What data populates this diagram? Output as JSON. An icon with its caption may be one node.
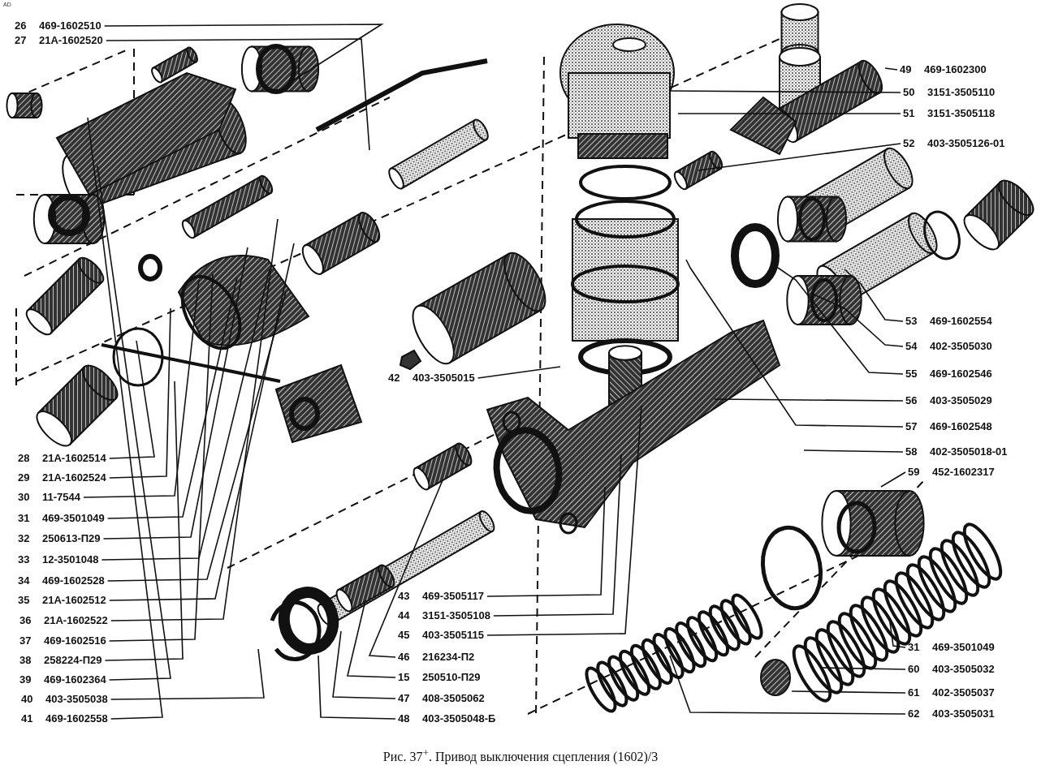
{
  "diagram": {
    "caption": "Рис. 37$^{+}$. Привод выключения сцепления (1602)/3",
    "nodes": [
      {
        "text": [
          "26",
          "469-1602510"
        ]
      },
      {
        "text": [
          "27",
          "21А-1602520"
        ]
      },
      {
        "text": [
          "28",
          "21А-1602514"
        ]
      },
      {
        "text": [
          "29",
          "21А-1602524"
        ]
      },
      {
        "text": [
          "30",
          "11-7544"
        ]
      },
      {
        "text": [
          "31",
          "469-3501049"
        ]
      },
      {
        "text": [
          "32",
          "250613-П29"
        ]
      },
      {
        "text": [
          "33",
          "12-3501048"
        ]
      },
      {
        "text": [
          "34",
          "469-1602528"
        ]
      },
      {
        "text": [
          "35",
          "21А-1602512"
        ]
      },
      {
        "text": [
          "36",
          "21А-1602522"
        ]
      },
      {
        "text": [
          "37",
          "469-1602516"
        ]
      },
      {
        "text": [
          "38",
          "258224-П29"
        ]
      },
      {
        "text": [
          "39",
          "469-1602364"
        ]
      },
      {
        "text": [
          "40",
          "403-3505038"
        ]
      },
      {
        "text": [
          "41",
          "469-1602558"
        ]
      },
      {
        "text": [
          "42",
          "403-3505015"
        ]
      },
      {
        "text": [
          "43",
          "469-3505117"
        ]
      },
      {
        "text": [
          "44",
          "3151-3505108"
        ]
      },
      {
        "text": [
          "45",
          "403-3505115"
        ]
      },
      {
        "text": [
          "46",
          "216234-П2"
        ]
      },
      {
        "text": [
          "15",
          "250510-П29"
        ]
      },
      {
        "text": [
          "47",
          "408-3505062"
        ]
      },
      {
        "text": [
          "48",
          "403-3505048-Б"
        ]
      },
      {
        "text": [
          "49",
          "469-1602300"
        ]
      },
      {
        "text": [
          "50",
          "3151-3505110"
        ]
      },
      {
        "text": [
          "51",
          "3151-3505118"
        ]
      },
      {
        "text": [
          "52",
          "403-3505126-01"
        ]
      },
      {
        "text": [
          "53",
          "469-1602554"
        ]
      },
      {
        "text": [
          "54",
          "402-3505030"
        ]
      },
      {
        "text": [
          "55",
          "469-1602546"
        ]
      },
      {
        "text": [
          "56",
          "403-3505029"
        ]
      },
      {
        "text": [
          "57",
          "469-1602548"
        ]
      },
      {
        "text": [
          "58",
          "402-3505018-01"
        ]
      },
      {
        "text": [
          "59",
          "452-1602317"
        ]
      },
      {
        "text": [
          "31",
          "469-3501049"
        ]
      },
      {
        "text": [
          "60",
          "403-3505032"
        ]
      },
      {
        "text": [
          "61",
          "402-3505037"
        ]
      },
      {
        "text": [
          "62",
          "403-3505031"
        ]
      }
    ],
    "edges": [
      {
        "from": 0,
        "to": null,
        "arrow": "none"
      },
      {
        "from": 1,
        "to": null,
        "arrow": "none"
      },
      {
        "from": 2,
        "to": null,
        "arrow": "none"
      },
      {
        "from": 3,
        "to": null,
        "arrow": "none"
      },
      {
        "from": 4,
        "to": null,
        "arrow": "none"
      },
      {
        "from": 5,
        "to": null,
        "arrow": "none"
      },
      {
        "from": 6,
        "to": null,
        "arrow": "none"
      },
      {
        "from": 7,
        "to": null,
        "arrow": "none"
      },
      {
        "from": 8,
        "to": null,
        "arrow": "none"
      },
      {
        "from": 9,
        "to": null,
        "arrow": "none"
      },
      {
        "from": 10,
        "to": null,
        "arrow": "none"
      },
      {
        "from": 11,
        "to": null,
        "arrow": "none"
      },
      {
        "from": 12,
        "to": null,
        "arrow": "none"
      },
      {
        "from": 13,
        "to": null,
        "arrow": "none"
      },
      {
        "from": 14,
        "to": null,
        "arrow": "none"
      },
      {
        "from": 15,
        "to": null,
        "arrow": "none"
      },
      {
        "from": 16,
        "to": null,
        "arrow": "none"
      },
      {
        "from": 17,
        "to": null,
        "arrow": "none"
      },
      {
        "from": 18,
        "to": null,
        "arrow": "none"
      },
      {
        "from": 19,
        "to": null,
        "arrow": "none"
      },
      {
        "from": 20,
        "to": null,
        "arrow": "none"
      },
      {
        "from": 21,
        "to": null,
        "arrow": "none"
      },
      {
        "from": 22,
        "to": null,
        "arrow": "none"
      },
      {
        "from": 23,
        "to": null,
        "arrow": "none"
      },
      {
        "from": 24,
        "to": null,
        "arrow": "none"
      },
      {
        "from": 25,
        "to": null,
        "arrow": "none"
      },
      {
        "from": 26,
        "to": null,
        "arrow": "none"
      },
      {
        "from": 27,
        "to": null,
        "arrow": "none"
      },
      {
        "from": 28,
        "to": null,
        "arrow": "none"
      },
      {
        "from": 29,
        "to": null,
        "arrow": "none"
      },
      {
        "from": 30,
        "to": null,
        "arrow": "none"
      },
      {
        "from": 31,
        "to": null,
        "arrow": "none"
      },
      {
        "from": 32,
        "to": null,
        "arrow": "none"
      },
      {
        "from": 33,
        "to": null,
        "arrow": "none"
      },
      {
        "from": 34,
        "to": null,
        "arrow": "none"
      },
      {
        "from": 35,
        "to": null,
        "arrow": "none"
      },
      {
        "from": 36,
        "to": null,
        "arrow": "none"
      },
      {
        "from": 37,
        "to": null,
        "arrow": "none"
      },
      {
        "from": 38,
        "to": null,
        "arrow": "none"
      }
    ],
    "labels": [
      "AD"
    ]
  }
}
